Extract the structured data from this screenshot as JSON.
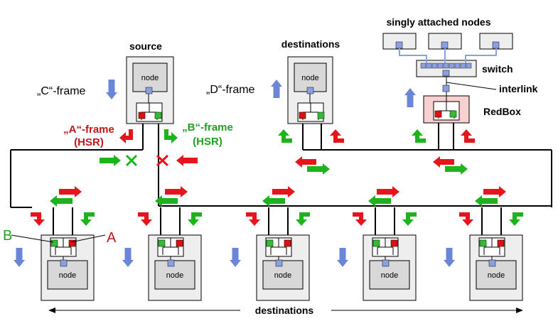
{
  "labels": {
    "source": "source",
    "destinations_top": "destinations",
    "singly_attached": "singly attached nodes",
    "switch": "switch",
    "interlink": "interlink",
    "redbox": "RedBox",
    "c_frame": "„C“-frame",
    "d_frame": "„D“-frame",
    "a_frame": "„A“-frame",
    "a_frame_sub": "(HSR)",
    "b_frame": "„B“-frame",
    "b_frame_sub": "(HSR)",
    "port_b": "B",
    "port_a": "A",
    "destinations_bottom": "destinations",
    "node": "node"
  },
  "colors": {
    "red": "#e8141c",
    "green": "#1db31d",
    "blue_arrow": "#6b86d6",
    "port_red": "#dd1111",
    "port_green": "#33bb33",
    "port_blue": "#8aa0e0",
    "box_fill": "#eeeeee",
    "node_fill": "#d8d8d8",
    "redbox_fill": "#f8d0d0",
    "label_red": "#c01818",
    "label_green": "#22a022"
  }
}
